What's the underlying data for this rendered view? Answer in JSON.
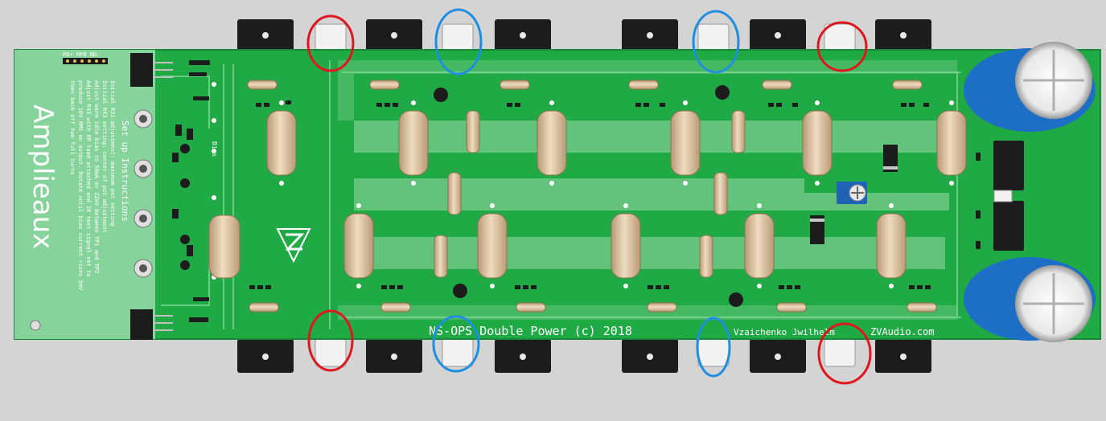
{
  "board": {
    "brand": "Amplieaux",
    "title": "NS-OPS Double Power (c) 2018",
    "authors": "Vzaichenko Jwilhelm",
    "site": "ZVAudio.com",
    "bias_label": "Bias",
    "header_label": "PD+ NFB ND-"
  },
  "instructions": {
    "heading": "Set up Instructions",
    "lines": [
      "Initial R31 adjustment: maximum pot setting",
      "Initial R43 setting: center of pot adjustment",
      "Adjust warm idle bias to 58mA or 22mV between TP1 and TP2",
      "Adjust R43 with 8R load attached and 1K test signal set to",
      "produce 10V RMS on output. Rotate until bias current rises 5mV",
      "then back off two full turns"
    ]
  },
  "colors": {
    "board": "#1faa45",
    "board_light": "#62c47a",
    "resistor": "#e3c8a4",
    "heatsink": "#1c1c1c",
    "capacitor": "#1d6ec5",
    "marker_red": "#e0161e",
    "marker_blue": "#1e8fe0"
  }
}
